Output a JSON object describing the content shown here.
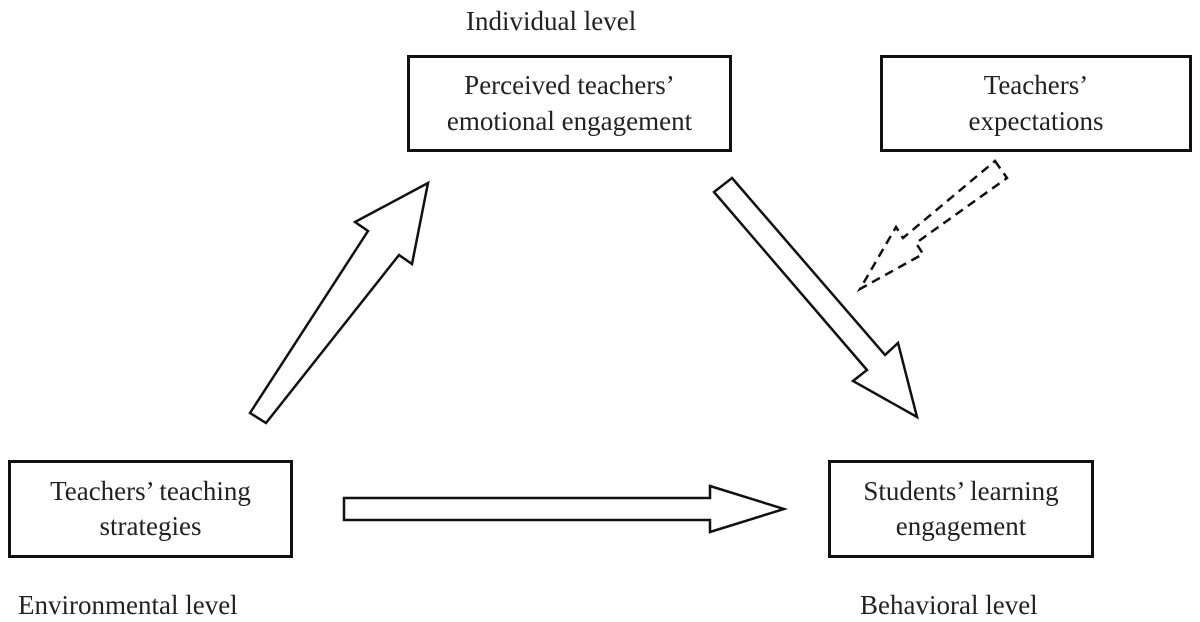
{
  "levels": {
    "individual": "Individual level",
    "environmental": "Environmental level",
    "behavioral": "Behavioral level"
  },
  "nodes": {
    "perceived": {
      "line1": "Perceived teachers’",
      "line2": "emotional engagement"
    },
    "expectations": {
      "line1": "Teachers’",
      "line2": "expectations"
    },
    "strategies": {
      "line1": "Teachers’ teaching",
      "line2": "strategies"
    },
    "students": {
      "line1": "Students’ learning",
      "line2": "engagement"
    }
  },
  "edges": [
    {
      "from": "Teachers’ teaching strategies",
      "to": "Perceived teachers’ emotional engagement",
      "style": "solid"
    },
    {
      "from": "Perceived teachers’ emotional engagement",
      "to": "Students’ learning engagement",
      "style": "solid"
    },
    {
      "from": "Teachers’ teaching strategies",
      "to": "Students’ learning engagement",
      "style": "solid"
    },
    {
      "from": "Teachers’ expectations",
      "to": "Perceived teachers’ emotional engagement → Students’ learning engagement",
      "style": "dashed"
    }
  ]
}
